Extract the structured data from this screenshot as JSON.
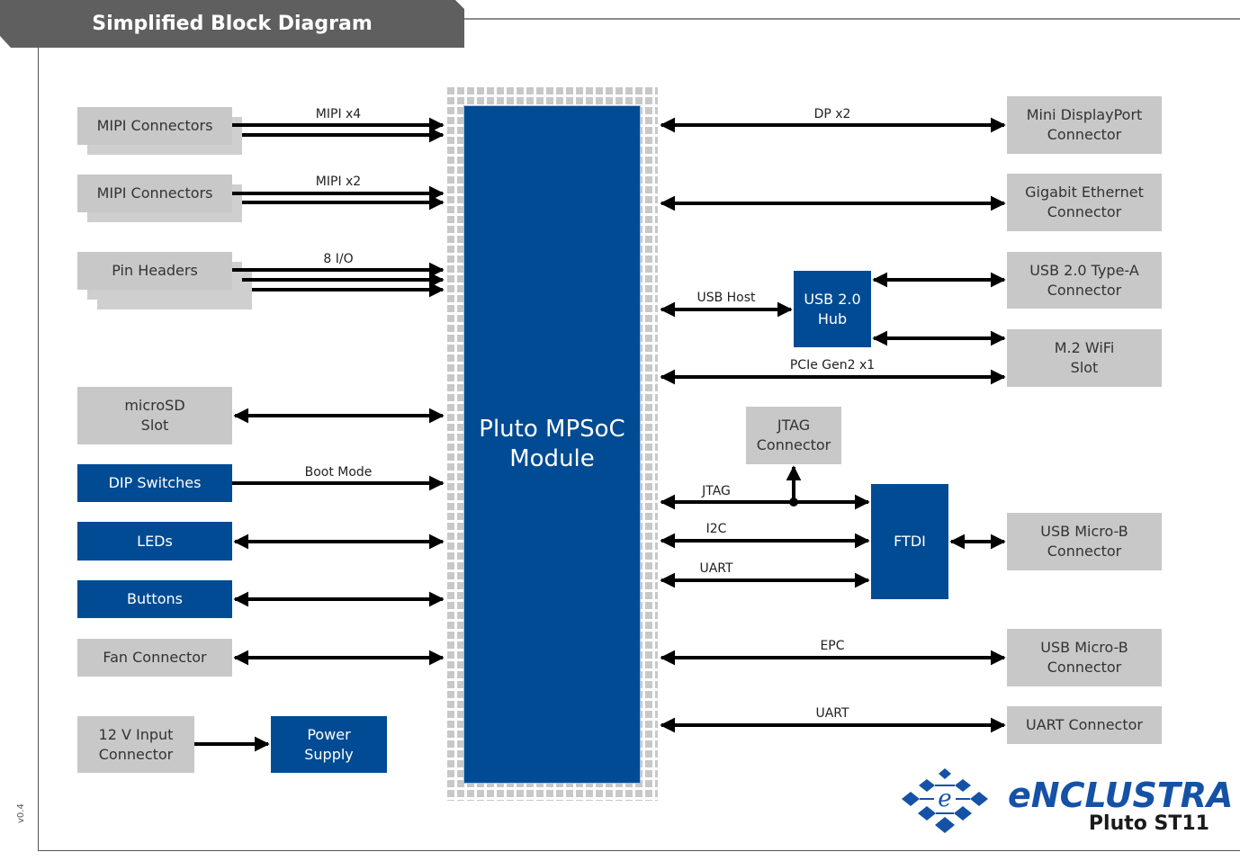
{
  "header": {
    "title": "Simplified Block Diagram"
  },
  "version": "v0.4",
  "colors": {
    "module_blue": "#004b93",
    "connector_gray": "#c8c8c8",
    "header_gray": "#5e5f5e",
    "logo_blue": "#1552a6"
  },
  "module": {
    "label": "Pluto MPSoC\nModule"
  },
  "left_blocks": [
    {
      "id": "mipi4",
      "label": "MIPI Connectors",
      "style": "gray",
      "link_label": "MIPI x4",
      "direction": "to-module"
    },
    {
      "id": "mipi2",
      "label": "MIPI Connectors",
      "style": "gray",
      "link_label": "MIPI x2",
      "direction": "to-module"
    },
    {
      "id": "pin",
      "label": "Pin Headers",
      "style": "gray",
      "link_label": "8 I/O",
      "direction": "to-module"
    },
    {
      "id": "microsd",
      "label": "microSD\nSlot",
      "style": "gray",
      "link_label": "",
      "direction": "bidirectional"
    },
    {
      "id": "dip",
      "label": "DIP Switches",
      "style": "blue",
      "link_label": "Boot Mode",
      "direction": "to-module"
    },
    {
      "id": "leds",
      "label": "LEDs",
      "style": "blue",
      "link_label": "",
      "direction": "bidirectional"
    },
    {
      "id": "buttons",
      "label": "Buttons",
      "style": "blue",
      "link_label": "",
      "direction": "bidirectional"
    },
    {
      "id": "fan",
      "label": "Fan Connector",
      "style": "gray",
      "link_label": "",
      "direction": "bidirectional"
    }
  ],
  "power": {
    "input": {
      "label": "12 V Input\nConnector"
    },
    "supply": {
      "label": "Power\nSupply"
    }
  },
  "right_blocks": [
    {
      "id": "mdp",
      "label": "Mini DisplayPort\nConnector",
      "link_label": "DP x2"
    },
    {
      "id": "gbe",
      "label": "Gigabit Ethernet\nConnector",
      "link_label": ""
    },
    {
      "id": "usba",
      "label": "USB 2.0 Type-A\nConnector",
      "link_label": ""
    },
    {
      "id": "m2",
      "label": "M.2 WiFi\nSlot",
      "link_label": "PCIe Gen2 x1"
    },
    {
      "id": "usbmicro1",
      "label": "USB Micro-B\nConnector",
      "link_label": ""
    },
    {
      "id": "usbmicro2",
      "label": "USB Micro-B\nConnector",
      "link_label": "EPC"
    },
    {
      "id": "uartconn",
      "label": "UART Connector",
      "link_label": "UART"
    }
  ],
  "usb_hub": {
    "label": "USB 2.0\nHub",
    "link_label": "USB Host"
  },
  "jtag_connector": {
    "label": "JTAG\nConnector"
  },
  "ftdi": {
    "label": "FTDI",
    "links": [
      "JTAG",
      "I2C",
      "UART"
    ]
  },
  "logo": {
    "brand": "eNCLUSTRA",
    "product": "Pluto ST11"
  }
}
